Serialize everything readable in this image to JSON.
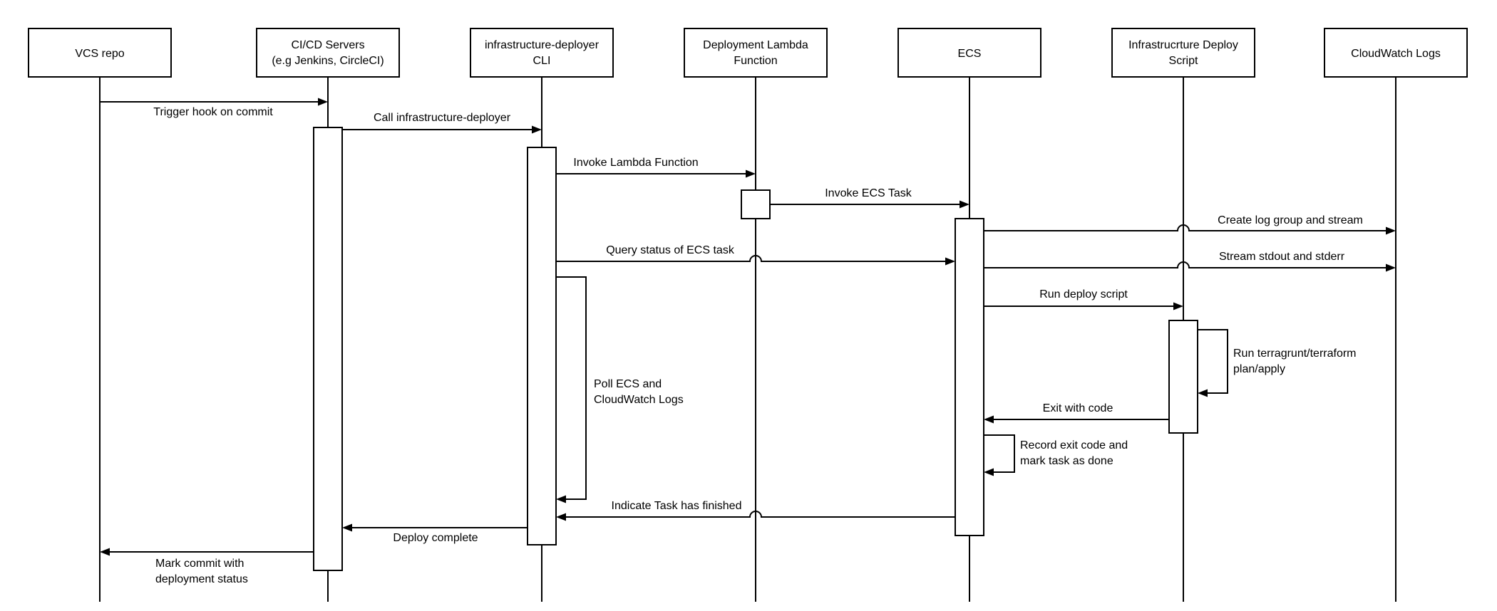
{
  "diagram_type": "uml-sequence-diagram",
  "colors": {
    "background": "#ffffff",
    "line": "#000000",
    "text": "#000000",
    "box_fill": "#ffffff"
  },
  "participants": [
    {
      "id": "vcs-repo",
      "lines": [
        "VCS repo"
      ]
    },
    {
      "id": "cicd-servers",
      "lines": [
        "CI/CD Servers",
        "(e.g Jenkins, CircleCI)"
      ]
    },
    {
      "id": "infrastructure-deployer-cli",
      "lines": [
        "infrastructure-deployer",
        "CLI"
      ]
    },
    {
      "id": "deployment-lambda-function",
      "lines": [
        "Deployment Lambda",
        "Function"
      ]
    },
    {
      "id": "ecs",
      "lines": [
        "ECS"
      ]
    },
    {
      "id": "infrastructure-deploy-script",
      "lines": [
        "Infrastrucrture Deploy",
        "Script"
      ]
    },
    {
      "id": "cloudwatch-logs",
      "lines": [
        "CloudWatch Logs"
      ]
    }
  ],
  "messages": [
    {
      "id": "trigger-hook-on-commit",
      "from": "vcs-repo",
      "to": "cicd-servers",
      "label": "Trigger hook on commit"
    },
    {
      "id": "call-infrastructure-deployer",
      "from": "cicd-servers",
      "to": "infrastructure-deployer-cli",
      "label": "Call infrastructure-deployer"
    },
    {
      "id": "invoke-lambda-function",
      "from": "infrastructure-deployer-cli",
      "to": "deployment-lambda-function",
      "label": "Invoke Lambda Function"
    },
    {
      "id": "invoke-ecs-task",
      "from": "deployment-lambda-function",
      "to": "ecs",
      "label": "Invoke ECS Task"
    },
    {
      "id": "create-log-group-and-stream",
      "from": "ecs",
      "to": "cloudwatch-logs",
      "label": "Create log group and stream"
    },
    {
      "id": "query-status-of-ecs-task",
      "from": "infrastructure-deployer-cli",
      "to": "ecs",
      "label": "Query status of ECS task"
    },
    {
      "id": "stream-stdout-and-stderr",
      "from": "ecs",
      "to": "cloudwatch-logs",
      "label": "Stream stdout and stderr"
    },
    {
      "id": "run-deploy-script",
      "from": "ecs",
      "to": "infrastructure-deploy-script",
      "label": "Run deploy script"
    },
    {
      "id": "run-terragrunt-terraform",
      "from": "infrastructure-deploy-script",
      "to": "infrastructure-deploy-script",
      "lines": [
        "Run terragrunt/terraform",
        "plan/apply"
      ]
    },
    {
      "id": "exit-with-code",
      "from": "infrastructure-deploy-script",
      "to": "ecs",
      "label": "Exit with code"
    },
    {
      "id": "record-exit-code",
      "from": "ecs",
      "to": "ecs",
      "lines": [
        "Record exit code and",
        "mark task as done"
      ]
    },
    {
      "id": "poll-ecs-and-cloudwatch-logs",
      "from": "infrastructure-deployer-cli",
      "to": "infrastructure-deployer-cli",
      "lines": [
        "Poll ECS and",
        "CloudWatch Logs"
      ]
    },
    {
      "id": "indicate-task-has-finished",
      "from": "ecs",
      "to": "infrastructure-deployer-cli",
      "label": "Indicate Task has finished"
    },
    {
      "id": "deploy-complete",
      "from": "infrastructure-deployer-cli",
      "to": "cicd-servers",
      "label": "Deploy complete"
    },
    {
      "id": "mark-commit-with-deployment-status",
      "from": "cicd-servers",
      "to": "vcs-repo",
      "lines": [
        "Mark commit with",
        "deployment status"
      ]
    }
  ]
}
